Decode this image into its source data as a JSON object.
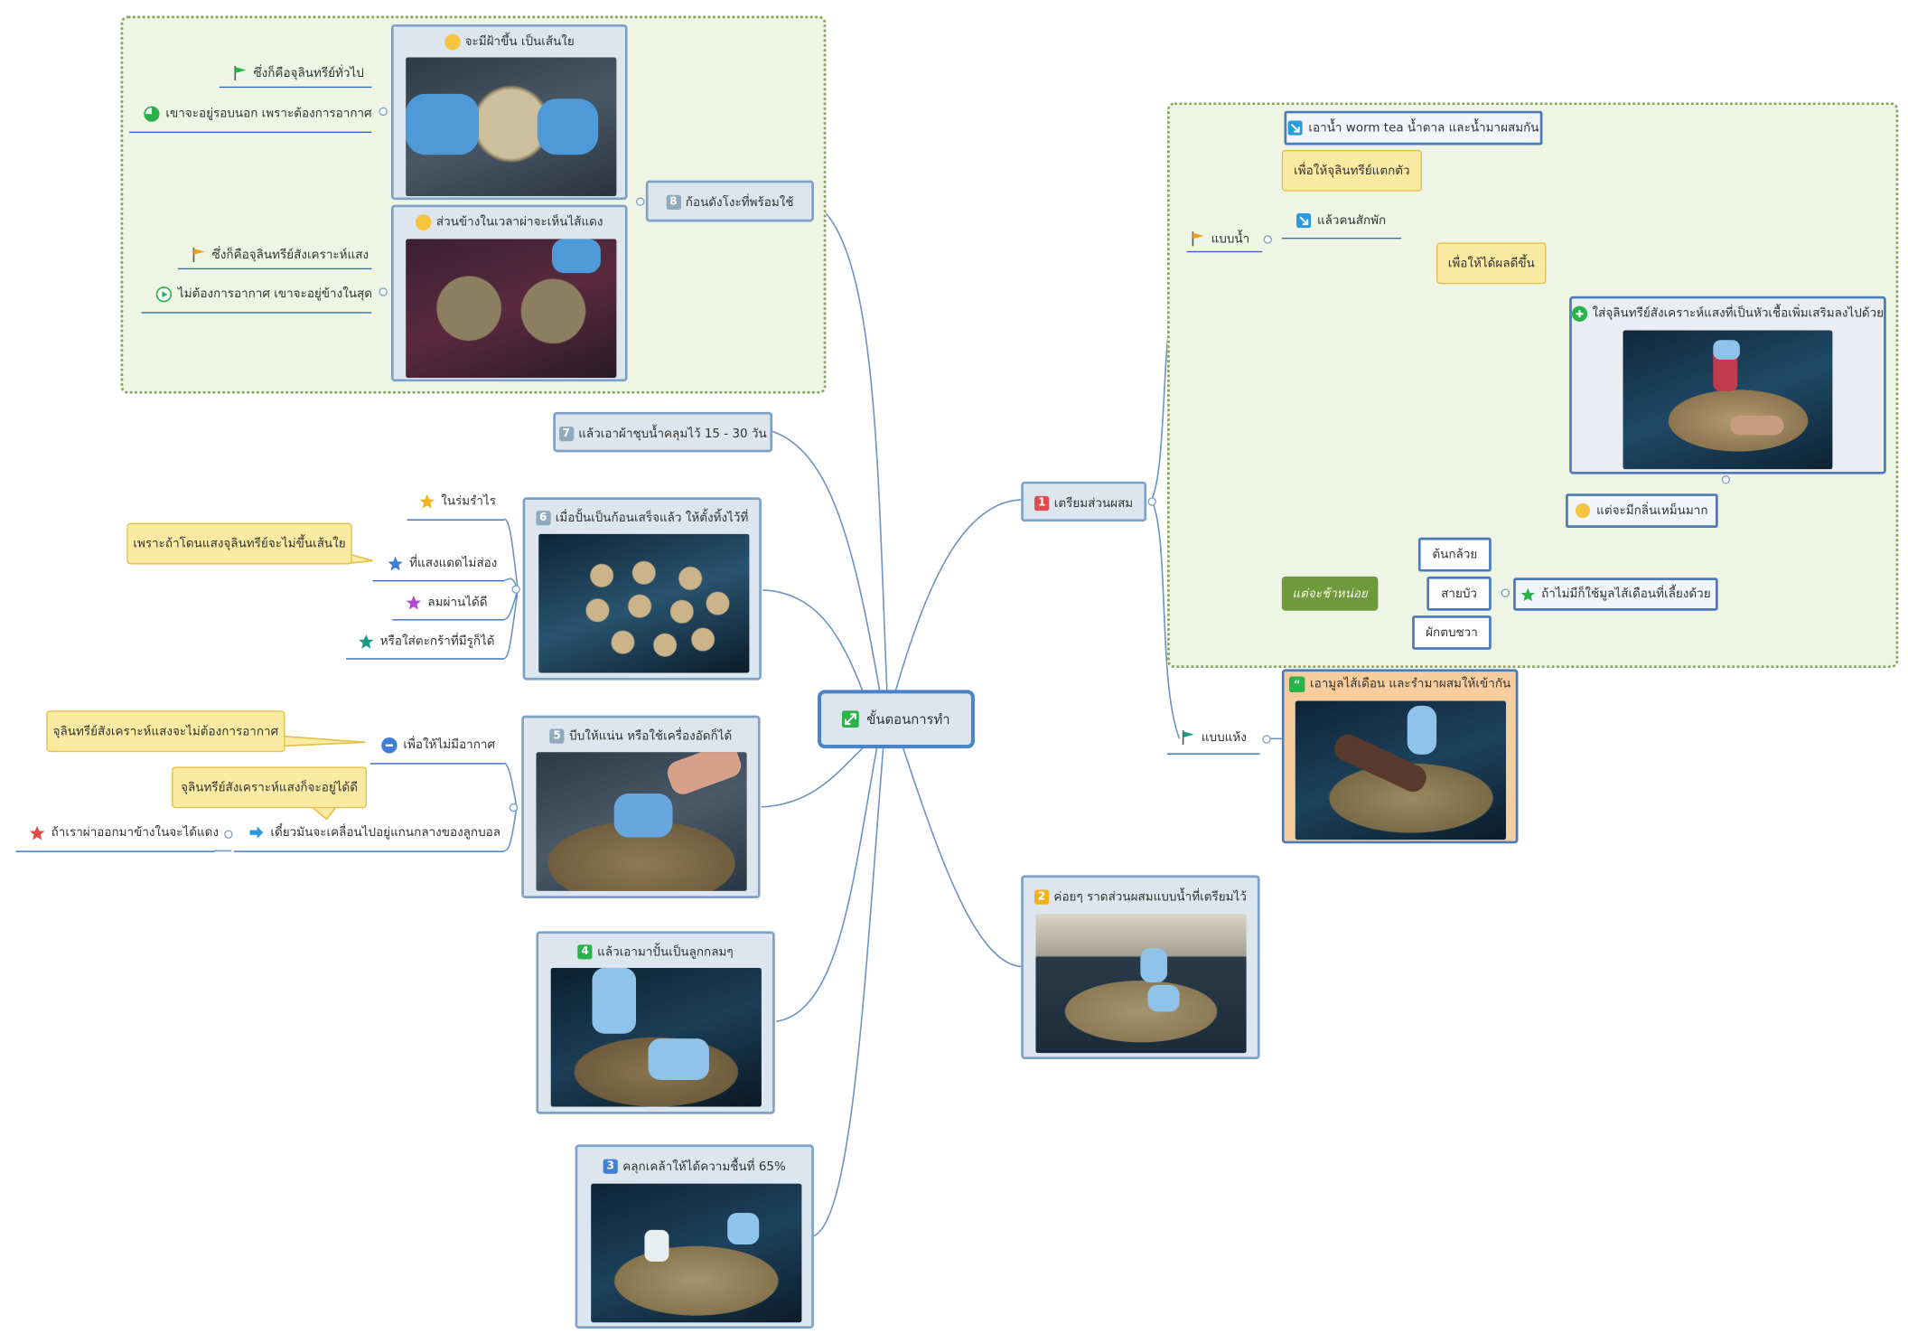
{
  "central": {
    "label": "ขั้นตอนการทำ",
    "icon": "expand-arrows-icon"
  },
  "step1": {
    "number": "1",
    "label": "เตรียมส่วนผสม",
    "water": {
      "label": "แบบน้ำ",
      "mix": "เอาน้ำ worm tea น้ำตาล และน้ำมาผสมกัน",
      "mix_note": "เพื่อให้จุลินทรีย์แตกตัว",
      "stir": "แล้วคนสักพัก",
      "add_note": "เพื่อให้ได้ผลดีขึ้น",
      "add": "ใส่จุลินทรีย์สังเคราะห์แสงที่เป็นหัวเชื้อเพิ่มเสริมลงไปด้วย",
      "smell": "แต่จะมีกลิ่นเหม็นมาก",
      "no_manure": "ถ้าไม่มีก็ใช้มูลไส้เดือนที่เลี้ยงด้วย",
      "materials": [
        "ต้นกล้วย",
        "สายบัว",
        "ผักตบชวา"
      ],
      "slow_label": "แต่จะช้าหน่อย"
    },
    "dry": {
      "label": "แบบแห้ง",
      "content": "เอามูลไส้เดือน และรำมาผสมให้เข้ากัน"
    }
  },
  "step2": {
    "number": "2",
    "label": "ค่อยๆ ราดส่วนผสมแบบน้ำที่เตรียมไว้"
  },
  "step3": {
    "number": "3",
    "label": "คลุกเคล้าให้ได้ความชื้นที่ 65%"
  },
  "step4": {
    "number": "4",
    "label": "แล้วเอามาปั้นเป็นลูกกลมๆ"
  },
  "step5": {
    "number": "5",
    "label": "บีบให้แน่น   หรือใช้เครื่องอัดก็ได้",
    "no_air": "เพื่อให้ไม่มีอากาศ",
    "no_air_note": "จุลินทรีย์สังเคราะห์แสงจะไม่ต้องการอากาศ",
    "survive_note": "จุลินทรีย์สังเคราะห์แสงก็จะอยู่ได้ดี",
    "center": "เดี๋ยวมันจะเคลื่อนไปอยู่แกนกลางของลูกบอล",
    "cut": "ถ้าเราผ่าออกมาข้างในจะได้แดง"
  },
  "step6": {
    "number": "6",
    "label": "เมื่อปั้นเป็นก้อนเสร็จแล้ว ให้ตั้งทิ้งไว้ที่",
    "shade": "ในร่มรำไร",
    "no_sun": "ที่แสงแดดไม่ส่อง",
    "sun_note": "เพราะถ้าโดนแสงจุลินทรีย์จะไม่ขึ้นเส้นใย",
    "wind": "ลมผ่านได้ดี",
    "basket": "หรือใส่ตะกร้าที่มีรูก็ได้"
  },
  "step7": {
    "number": "7",
    "label": "แล้วเอาผ้าชุบน้ำคลุมไว้ 15 - 30 วัน"
  },
  "step8": {
    "number": "8",
    "label": "ก้อนดังโงะที่พร้อมใช้",
    "mold": "จะมีฝ้าขึ้น เป็นเส้นใย",
    "general": "ซึ่งก็คือจุลินทรีย์ทั่วไป",
    "outside": "เขาจะอยู่รอบนอก เพราะต้องการอากาศ",
    "inside": "ส่วนข้างในเวลาผ่าจะเห็นไส้แดง",
    "psb": "ซึ่งก็คือจุลินทรีย์สังเคราะห์แสง",
    "innermost": "ไม่ต้องการอากาศ เขาจะอยู่ข้างในสุด"
  },
  "colors": {
    "connector": "#6d94c4",
    "topic_fill": "#dde6ef",
    "topic_border": "#7fa1c8",
    "boundary_fill": "#eef5e4",
    "callout_fill": "#fbeaa2",
    "dry_fill": "#f7cd9e",
    "num1": "#e04a4a",
    "num2": "#f0b020",
    "num3": "#3f7fd6",
    "num4": "#2bb34b",
    "num_other": "#8fa9bd"
  }
}
